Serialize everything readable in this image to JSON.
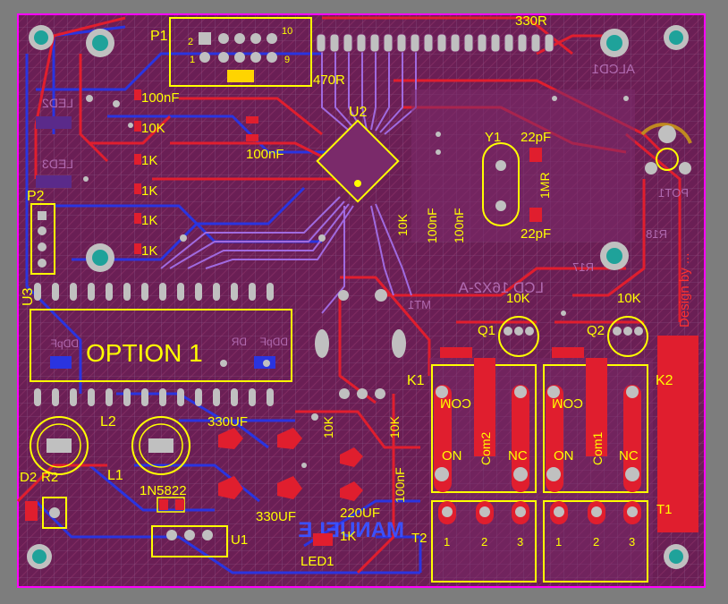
{
  "colors": {
    "background": "#7d7d7d",
    "board": "#6a1f55",
    "outline": "#ff00ff",
    "silk": "#ffff00",
    "copper_top": "#e01e2e",
    "copper_bottom": "#2a34e0",
    "bottom_silk": "#b06ab0",
    "pad": "#c0c0c0",
    "hole": "#1fa29a",
    "violet": "#a06ae0",
    "grid": "#8d5a8a"
  },
  "top_labels": {
    "p1": "P1",
    "p1_pin2": "2",
    "p1_pin10": "10",
    "p1_pin1": "1",
    "p1_pin9": "9",
    "r_470": "470R",
    "r_330": "330R",
    "u2": "U2",
    "c_100nf_a": "100nF",
    "c_100nf_b": "100nF",
    "r_10k_a": "10K",
    "r_1k_a": "1K",
    "r_1k_b": "1K",
    "r_1k_c": "1K",
    "r_1k_d": "1K",
    "p2": "P2",
    "y1": "Y1",
    "c_22pf_a": "22pF",
    "c_22pf_b": "22pF",
    "r_1mr": "1MR",
    "r_10k_v": "10K",
    "c_100nf_v1": "100nF",
    "c_100nf_v2": "100nF",
    "u3": "U3",
    "option": "OPTION 1",
    "q1": "Q1",
    "q2": "Q2",
    "r_10k_q1": "10K",
    "r_10k_q2": "10K",
    "k1": "K1",
    "k2": "K2",
    "com_a": "COM",
    "com_b": "COM",
    "com1": "Com1",
    "com2": "Com2",
    "on_a": "ON",
    "on_b": "ON",
    "nc_a": "NC",
    "nc_b": "NC",
    "l2": "L2",
    "l1": "L1",
    "c_330uf_a": "330UF",
    "c_330uf_b": "330UF",
    "c_220uf": "220UF",
    "r_10k_b1": "10K",
    "r_10k_b2": "10K",
    "c_100nf_b3": "100nF",
    "d_1n5822": "1N5822",
    "u1": "U1",
    "led1": "LED1",
    "r_1k_led": "1K",
    "d2": "D2",
    "r2": "R2",
    "t1": "T1",
    "t2": "T2",
    "term_1a": "1",
    "term_2a": "2",
    "term_3a": "3",
    "term_1b": "1",
    "term_2b": "2",
    "term_3b": "3",
    "design": "Design by ..."
  },
  "bottom_labels": {
    "alcd1": "ALCD1",
    "led2": "LED2",
    "led3": "LED3",
    "pot1": "POT1",
    "r18": "R18",
    "lcd": "LCD 16X2-A",
    "r17": "R17",
    "mt1": "MT1",
    "ddpf_a": "DDpF",
    "ddpf_b": "DDpF",
    "dr": "DR",
    "mirror_brand": "MANUELE"
  }
}
